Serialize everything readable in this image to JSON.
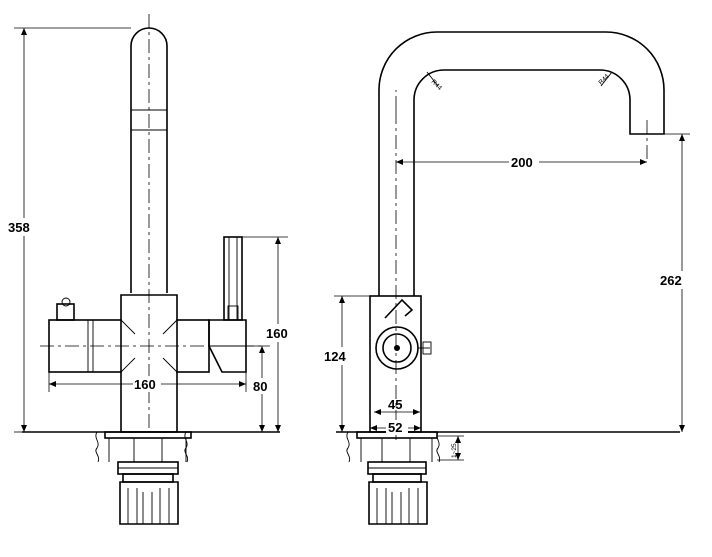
{
  "front_view": {
    "overall_height": "358",
    "handle_height": "160",
    "body_width": "160",
    "body_height": "80"
  },
  "side_view": {
    "spout_reach": "200",
    "spout_height": "262",
    "body_height": "124",
    "inner_width": "45",
    "base_width": "52",
    "bend_radius_left": "R44",
    "bend_radius_right": "R44",
    "mounting_thickness": "1~25"
  }
}
